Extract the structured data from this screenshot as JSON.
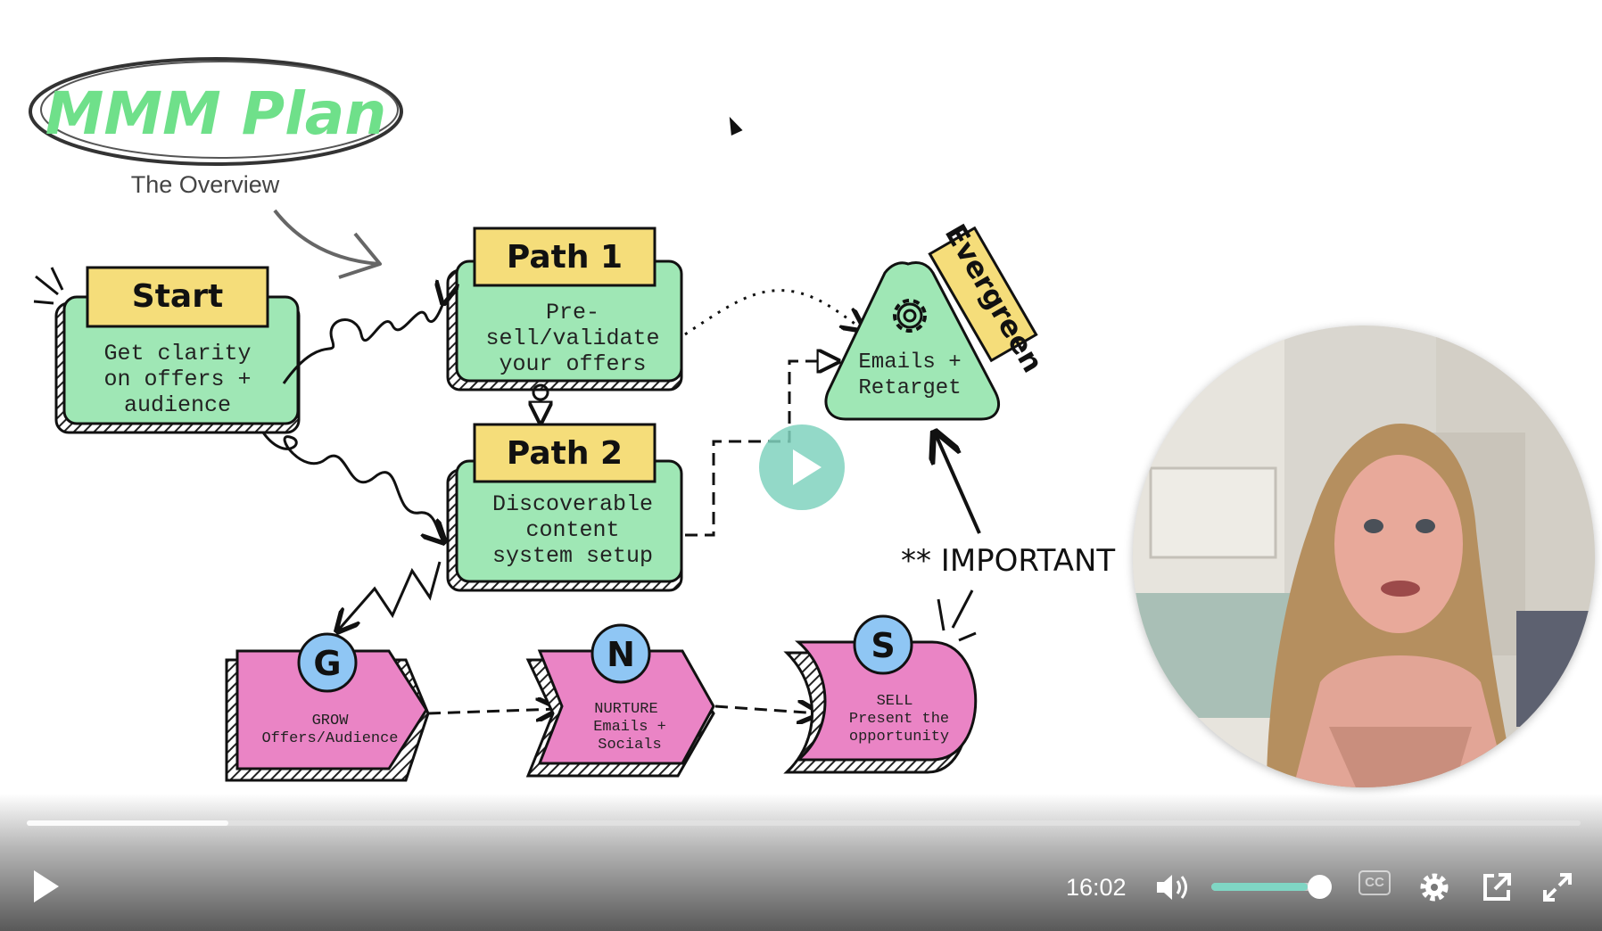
{
  "slide": {
    "title": "MMM Plan",
    "subtitle": "The Overview",
    "start": {
      "label": "Start",
      "text": [
        "Get clarity",
        "on offers +",
        "audience"
      ]
    },
    "path1": {
      "label": "Path 1",
      "text": [
        "Pre-",
        "sell/validate",
        "your offers"
      ]
    },
    "path2": {
      "label": "Path 2",
      "text": [
        "Discoverable",
        "content",
        "system setup"
      ]
    },
    "evergreen": {
      "label": "Evergreen",
      "text": [
        "Emails +",
        "Retarget"
      ]
    },
    "important": "** IMPORTANT",
    "steps": [
      {
        "letter": "G",
        "text": [
          "GROW",
          "Offers/Audience"
        ]
      },
      {
        "letter": "N",
        "text": [
          "NURTURE",
          "Emails +",
          "Socials"
        ]
      },
      {
        "letter": "S",
        "text": [
          "SELL",
          "Present the",
          "opportunity"
        ]
      }
    ]
  },
  "player": {
    "time": "16:02",
    "progress_fraction": 0.13,
    "volume_fraction": 0.87,
    "cc_label": "CC",
    "icons": [
      "play-icon",
      "volume-icon",
      "cc-icon",
      "settings-icon",
      "popout-icon",
      "fullscreen-icon"
    ]
  },
  "colors": {
    "green": "#9fe7b5",
    "yellow": "#f5dd7a",
    "pink": "#ea84c5",
    "blue": "#8fc6f4",
    "accent": "#7fd6c4"
  }
}
